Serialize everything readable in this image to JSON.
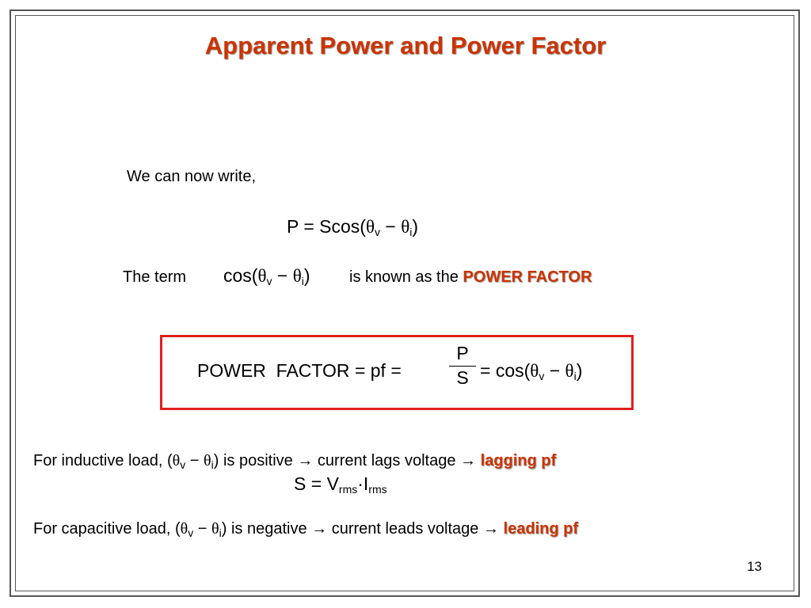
{
  "slide": {
    "title": "Apparent Power and Power Factor",
    "intro": "We can now write,",
    "eq1": {
      "lhs": "P",
      "eq": "=",
      "s": "S",
      "cos": "cos(",
      "theta": "θ",
      "sub_v": "v",
      "minus": "−",
      "sub_i": "i",
      "close": ")"
    },
    "term_line": {
      "prefix": "The term",
      "cos": "cos(",
      "theta": "θ",
      "sub_v": "v",
      "minus": "−",
      "sub_i": "i",
      "close": ")",
      "middle": "is known as the",
      "highlight": "POWER FACTOR"
    },
    "boxed_eq": {
      "label": "POWER  FACTOR",
      "eq1": "=",
      "pf": "pf",
      "eq2": "=",
      "num": "P",
      "den": "S",
      "eq3": "=",
      "cos": "cos(",
      "theta": "θ",
      "sub_v": "v",
      "minus": "−",
      "sub_i": "i",
      "close": ")"
    },
    "inductive": {
      "prefix": "For inductive load, (",
      "theta": "θ",
      "sub_v": "v",
      "minus": "−",
      "sub_i": "i",
      "suffix": ") is positive",
      "arrow1": "→",
      "mid": "current lags voltage",
      "arrow2": "→",
      "highlight": "lagging pf"
    },
    "s_eq": {
      "lhs": "S",
      "eq": "=",
      "v": "V",
      "sub_v": "rms",
      "dot": "·",
      "i": "I",
      "sub_i": "rms"
    },
    "capacitive": {
      "prefix": "For capacitive load, (",
      "theta": "θ",
      "sub_v": "v",
      "minus": "−",
      "sub_i": "i",
      "suffix": ") is negative",
      "arrow1": "→",
      "mid": "current leads voltage",
      "arrow2": "→",
      "highlight": "leading pf"
    },
    "page_number": "13"
  },
  "colors": {
    "title": "#cc3300",
    "highlight": "#cc3300",
    "box_border": "#e02020",
    "frame": "#555555"
  }
}
